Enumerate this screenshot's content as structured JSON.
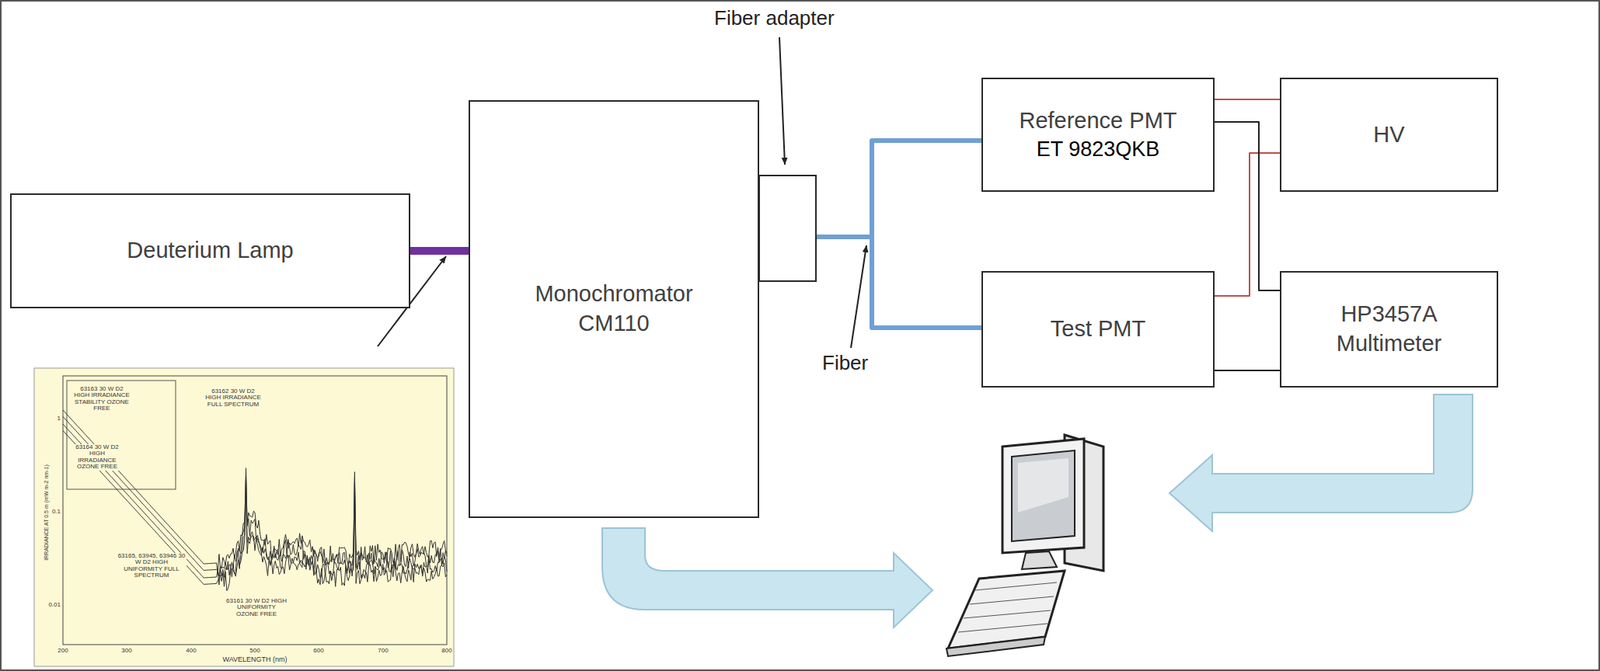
{
  "diagram": {
    "nodes": [
      {
        "text": [
          "Deuterium Lamp"
        ]
      },
      {
        "text": [
          "Monochromator CM110"
        ]
      },
      {
        "text": [
          "Reference PMT",
          "ET 9823QKB"
        ]
      },
      {
        "text": [
          "HV"
        ]
      },
      {
        "text": [
          "Test PMT"
        ]
      },
      {
        "text": [
          "HP3457A Multimeter"
        ]
      }
    ],
    "edges": [
      {
        "from": 0,
        "to": 1,
        "arrow": "none"
      },
      {
        "from": 1,
        "to": 2,
        "arrow": "none"
      },
      {
        "from": 1,
        "to": 4,
        "arrow": "none"
      },
      {
        "from": 2,
        "to": 3,
        "arrow": "none"
      },
      {
        "from": 4,
        "to": 3,
        "arrow": "none"
      },
      {
        "from": 2,
        "to": 5,
        "arrow": "none"
      },
      {
        "from": 4,
        "to": 5,
        "arrow": "none"
      }
    ],
    "labels": [
      "Fiber adapter",
      "Fiber",
      "WAVELENGTH (nm)",
      "200",
      "300",
      "400",
      "500",
      "600",
      "700",
      "800",
      "1",
      "0.1",
      "0.01",
      "IRRADIANCE AT 0.5 m (mW m-2 nm-1)",
      "63163 30 W D2 HIGH IRRADIANCE STABILITY OZONE FREE",
      "63162 30 W D2 HIGH IRRADIANCE FULL SPECTRUM",
      "63164 30 W D2 HIGH IRRADIANCE OZONE FREE",
      "63165, 63945, 63946 30 W D2 HIGH UNIFORMITY FULL SPECTRUM",
      "63161 30 W D2 HIGH UNIFORMITY OZONE FREE"
    ]
  }
}
